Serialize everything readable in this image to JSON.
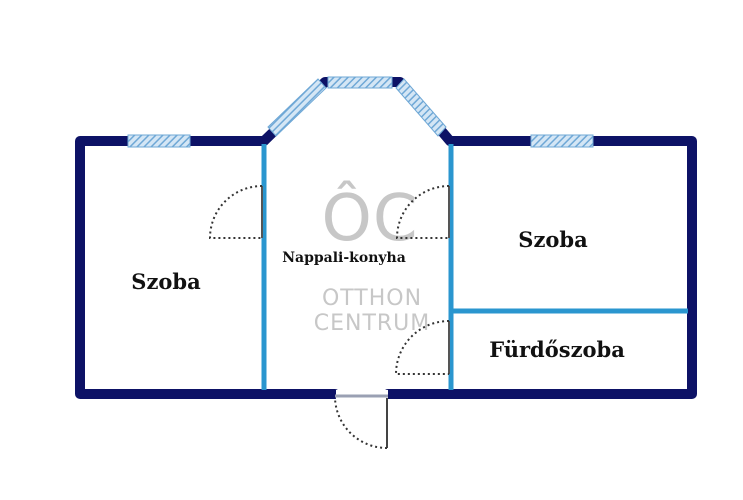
{
  "colors": {
    "outer_wall": "#0d1266",
    "inner_wall": "#2a96cf",
    "window": "#6fa8d6",
    "door_arc": "#333333",
    "watermark": "#c7c7c7"
  },
  "rooms": {
    "left": "Szoba",
    "living": "Nappali-konyha",
    "right": "Szoba",
    "bath": "Fürdőszoba"
  },
  "watermark": {
    "logo": "ÔC",
    "line1": "OTTHON",
    "line2": "CENTRUM"
  }
}
